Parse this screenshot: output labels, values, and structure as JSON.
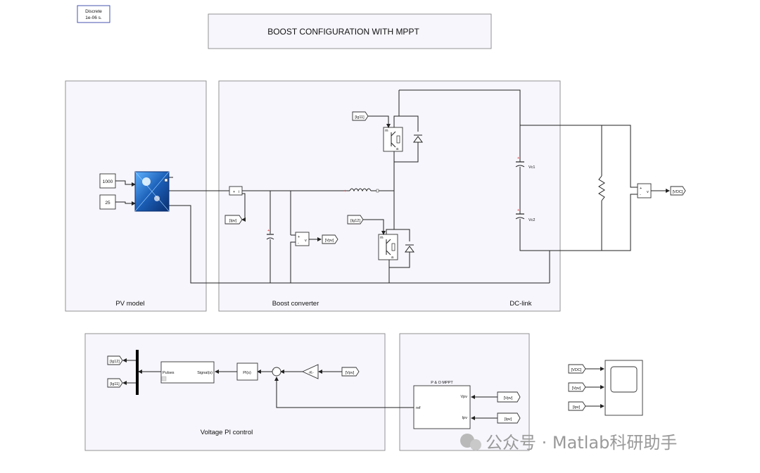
{
  "title": "BOOST CONFIGURATION WITH MPPT",
  "powergui": {
    "line1": "Discrete",
    "line2": "1e-06 s."
  },
  "areas": {
    "pv_model": "PV model",
    "boost_converter": "Boost converter",
    "dc_link": "DC-link",
    "voltage_pi": "Voltage PI control"
  },
  "pv_inputs": {
    "irradiance": "1000",
    "temperature": "25"
  },
  "tags": {
    "ipv": "[Ipv]",
    "vpv": "[Vpv]",
    "ig11": "[Ig11]",
    "ig12": "[Ig12]",
    "vdc": "[VDC]"
  },
  "capacitors": {
    "c1": "Vc1",
    "c2": "Vc2"
  },
  "voltmeter": {
    "plus": "+",
    "minus": "-",
    "out": "v"
  },
  "pwm": {
    "in": "Pulses",
    "out": "Signal(s)"
  },
  "pi_block": "PI(s)",
  "gain_block": "-K-",
  "mppt": {
    "title": "P & O MPPT",
    "in_vpv": "Vpv",
    "in_ipv": "Ipv",
    "out": "ref"
  },
  "watermark": "公众号 · Matlab科研助手",
  "colors": {
    "area_fill": "#f7f6fc",
    "pv_panel": "#1b5fb8",
    "mark_red": "#cc2222"
  }
}
